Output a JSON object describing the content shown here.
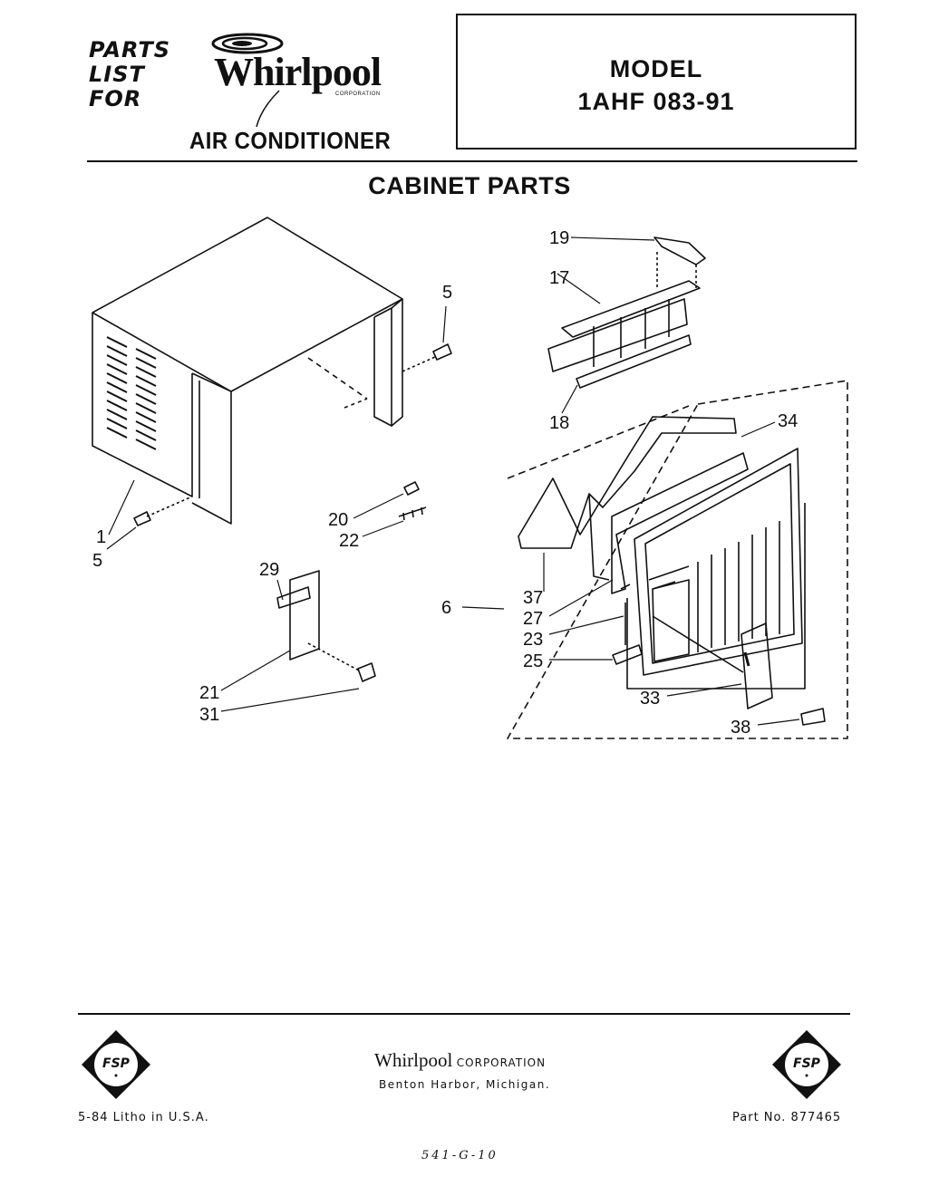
{
  "header": {
    "parts_list_lines": [
      "PARTS",
      "LIST",
      "FOR"
    ],
    "brand": "Whirlpool",
    "brand_sub": "CORPORATION",
    "product": "AIR CONDITIONER",
    "model_label": "MODEL",
    "model_number": "1AHF 083-91"
  },
  "section_title": "CABINET PARTS",
  "callouts": {
    "c1": "1",
    "c5a": "5",
    "c5b": "5",
    "c19": "19",
    "c17": "17",
    "c18": "18",
    "c34": "34",
    "c20": "20",
    "c22": "22",
    "c29": "29",
    "c6": "6",
    "c37": "37",
    "c27": "27",
    "c23": "23",
    "c25": "25",
    "c21": "21",
    "c31": "31",
    "c33": "33",
    "c38": "38"
  },
  "footer": {
    "corp_name": "Whirlpool",
    "corp_suffix": "CORPORATION",
    "location": "Benton Harbor, Michigan.",
    "litho": "5-84  Litho in U.S.A.",
    "part_no": "Part No. 877465",
    "fsp": "FSP",
    "handwritten": "541-G-10"
  }
}
